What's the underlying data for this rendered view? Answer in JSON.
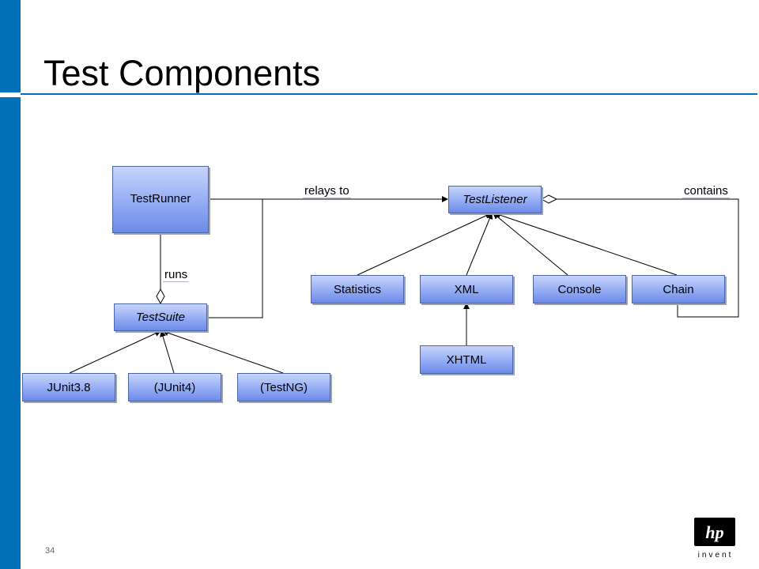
{
  "slide": {
    "title": "Test Components",
    "page_number": "34",
    "logo_text": "invent",
    "logo_mark": "hp"
  },
  "diagram": {
    "nodes": {
      "test_runner": "TestRunner",
      "test_suite": "TestSuite",
      "junit38": "JUnit3.8",
      "junit4": "(JUnit4)",
      "testng": "(TestNG)",
      "test_listener": "TestListener",
      "statistics": "Statistics",
      "xml": "XML",
      "console": "Console",
      "chain": "Chain",
      "xhtml": "XHTML"
    },
    "edge_labels": {
      "runs": "runs",
      "relays_to": "relays to",
      "contains": "contains"
    }
  },
  "colors": {
    "accent": "#0070b8",
    "box_fill_top": "#c7d4fb",
    "box_fill_bottom": "#6d8ae8",
    "box_border": "#4a66a8"
  }
}
